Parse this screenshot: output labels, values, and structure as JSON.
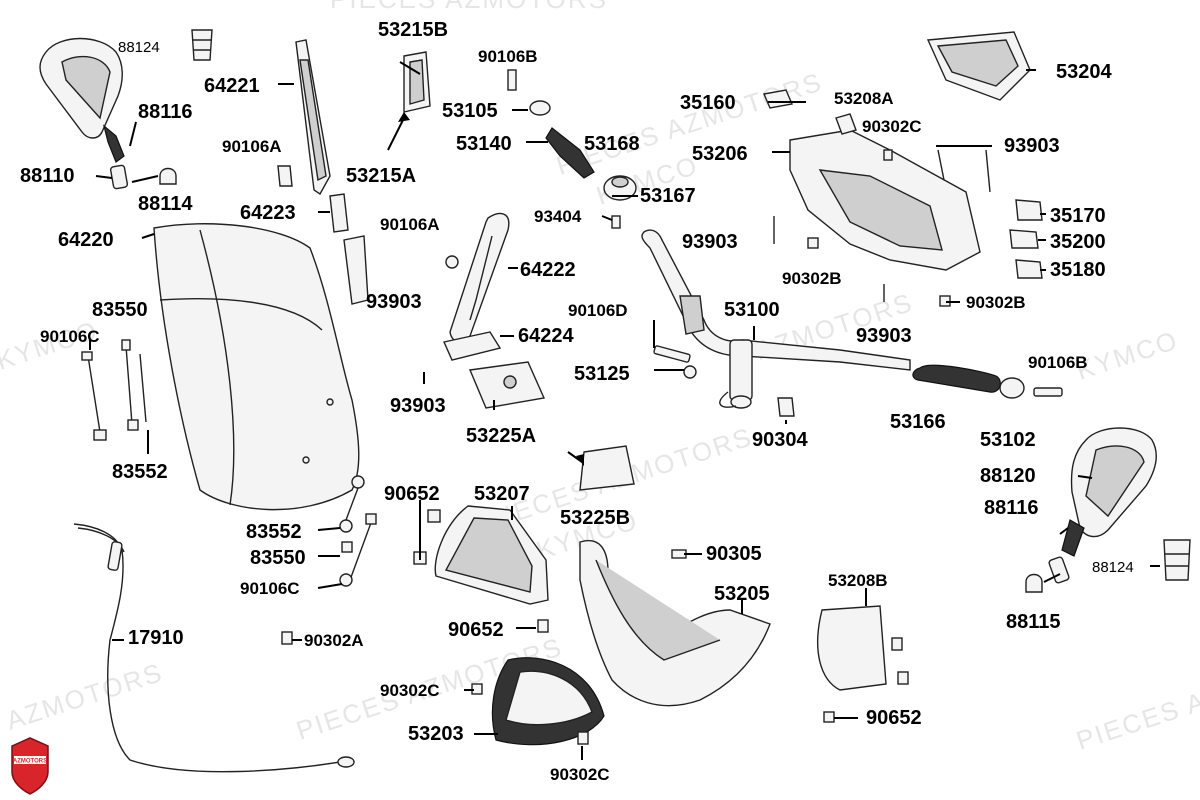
{
  "watermark": {
    "line1": "PIECES AZMOTORS",
    "line2": "KYMCO",
    "line3": "AZMOTORS"
  },
  "logo": {
    "text": "AZMOTORS",
    "color": "#d8242b"
  },
  "labels": {
    "p88124a": "88124",
    "p88116a": "88116",
    "p88110": "88110",
    "p88114": "88114",
    "p64221": "64221",
    "p90106a1": "90106A",
    "p64223": "64223",
    "p53215b": "53215B",
    "p53215a": "53215A",
    "p90106b1": "90106B",
    "p53105": "53105",
    "p53140": "53140",
    "p53168": "53168",
    "p53167": "53167",
    "p93404": "93404",
    "p35160": "35160",
    "p53208a": "53208A",
    "p90302c1": "90302C",
    "p53206": "53206",
    "p93903a": "93903",
    "p53204": "53204",
    "p35170": "35170",
    "p35200": "35200",
    "p35180": "35180",
    "p64220": "64220",
    "p90106a2": "90106A",
    "p64222": "64222",
    "p93903b": "93903",
    "p93903c": "93903",
    "p90302b1": "90302B",
    "p93903d": "93903",
    "p90302b2": "90302B",
    "p83550a": "83550",
    "p90106c1": "90106C",
    "p83552a": "83552",
    "p64224": "64224",
    "p90106d": "90106D",
    "p53100": "53100",
    "p53125": "53125",
    "p93903e": "93903",
    "p53225a": "53225A",
    "p90304": "90304",
    "p90106b2": "90106B",
    "p53166": "53166",
    "p53102": "53102",
    "p88120": "88120",
    "p88116b": "88116",
    "p88124b": "88124",
    "p88115": "88115",
    "p53225b": "53225B",
    "p90652a": "90652",
    "p53207": "53207",
    "p83552b": "83552",
    "p83550b": "83550",
    "p90106c2": "90106C",
    "p90305": "90305",
    "p53205": "53205",
    "p53208b": "53208B",
    "p17910": "17910",
    "p90302a": "90302A",
    "p90652b": "90652",
    "p90302c2": "90302C",
    "p53203": "53203",
    "p90652c": "90652",
    "p90302c3": "90302C"
  },
  "colors": {
    "ink": "#000000",
    "part_fill": "#f4f4f4",
    "watermark": "#e6e6e6"
  }
}
